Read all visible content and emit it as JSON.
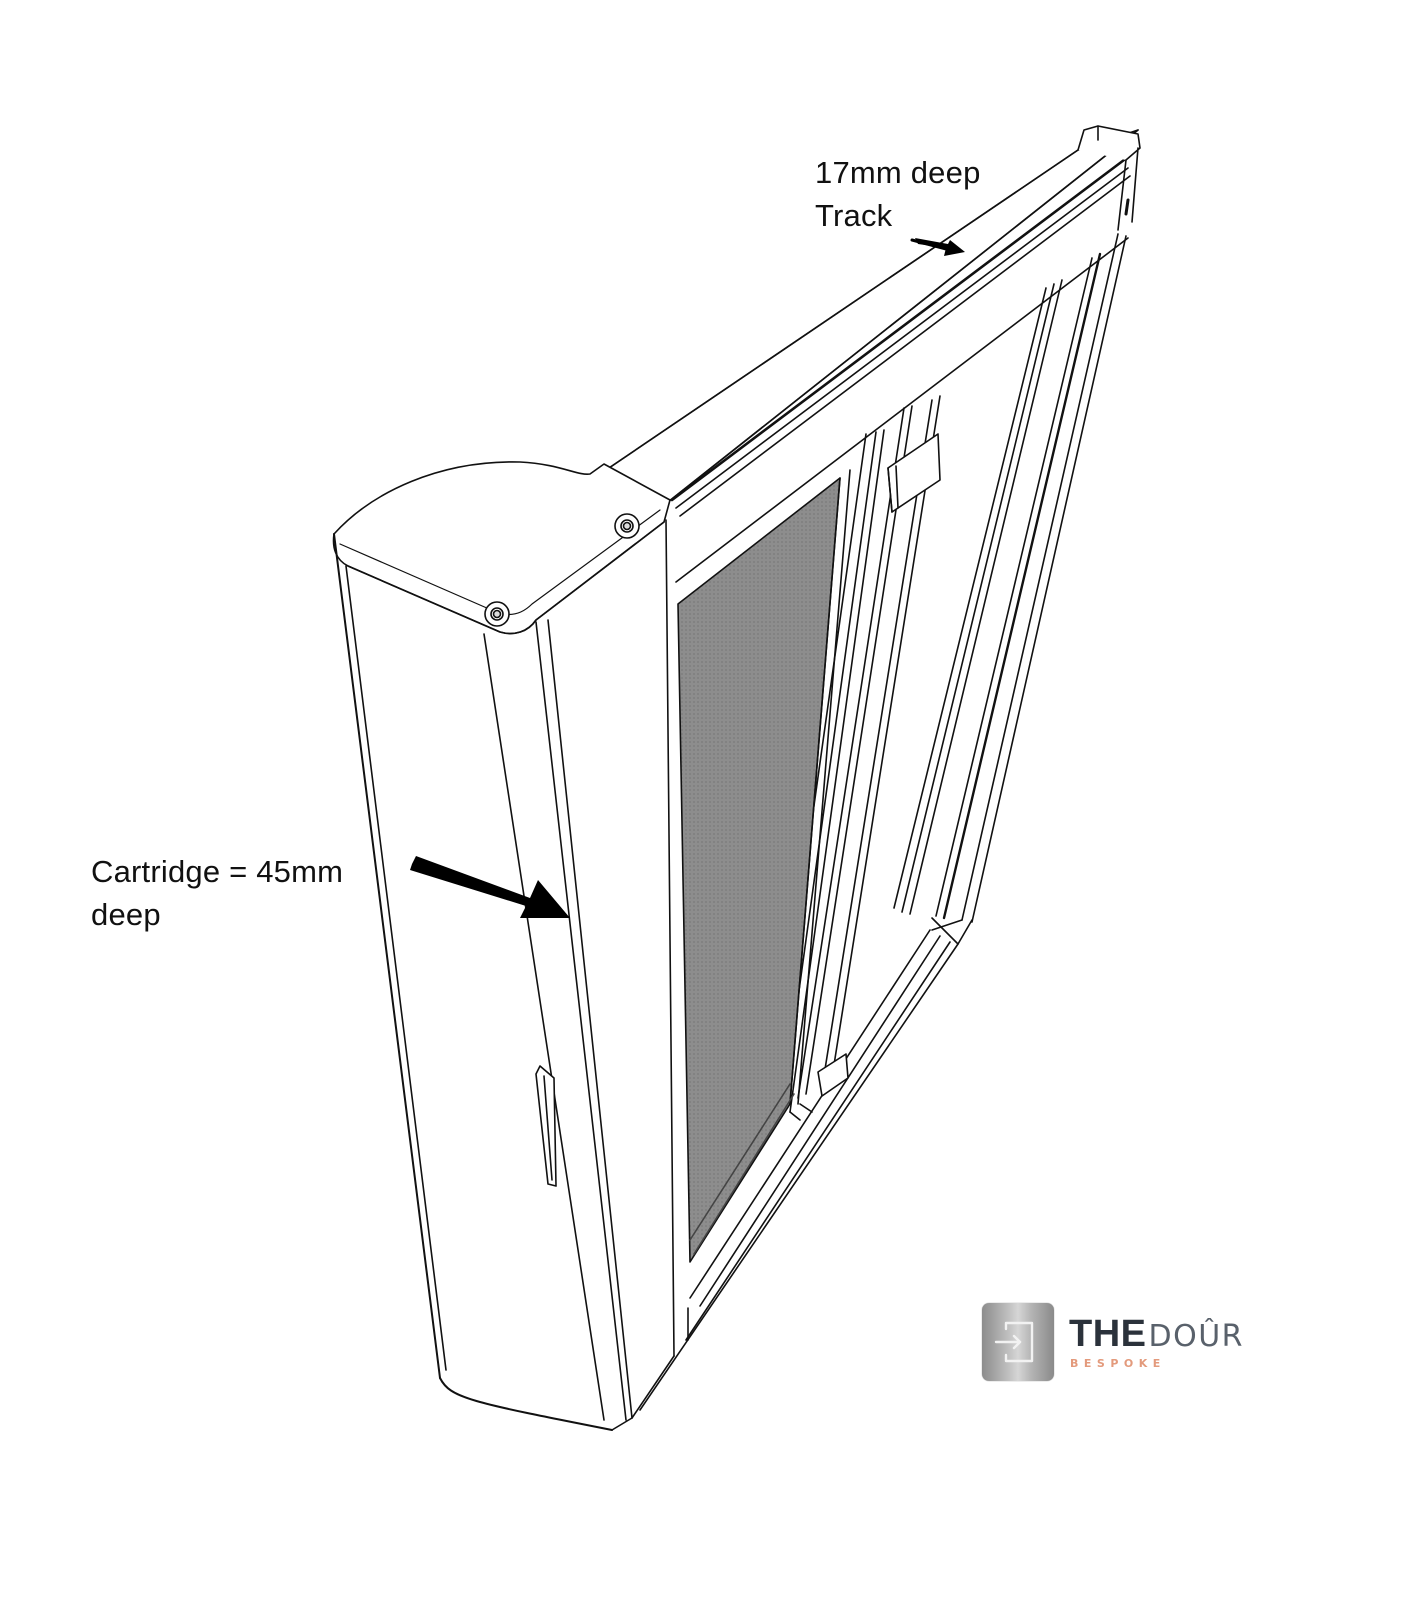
{
  "diagram": {
    "subject": "Retractable screen door with cartridge and top track",
    "annotations": {
      "track": {
        "line1": "17mm deep",
        "line2": "Track"
      },
      "cartridge": {
        "line1": "Cartridge = 45mm",
        "line2": "deep"
      }
    },
    "colors": {
      "line": "#111111",
      "mesh": "#8a8a8a",
      "background": "#ffffff"
    }
  },
  "logo": {
    "word1": "THE",
    "word2": "DOÛR",
    "tagline": "BESPOKE",
    "icon": "door-enter-icon",
    "colors": {
      "primary": "#2b323b",
      "secondary": "#59616b",
      "accent": "#e39a7c"
    }
  }
}
